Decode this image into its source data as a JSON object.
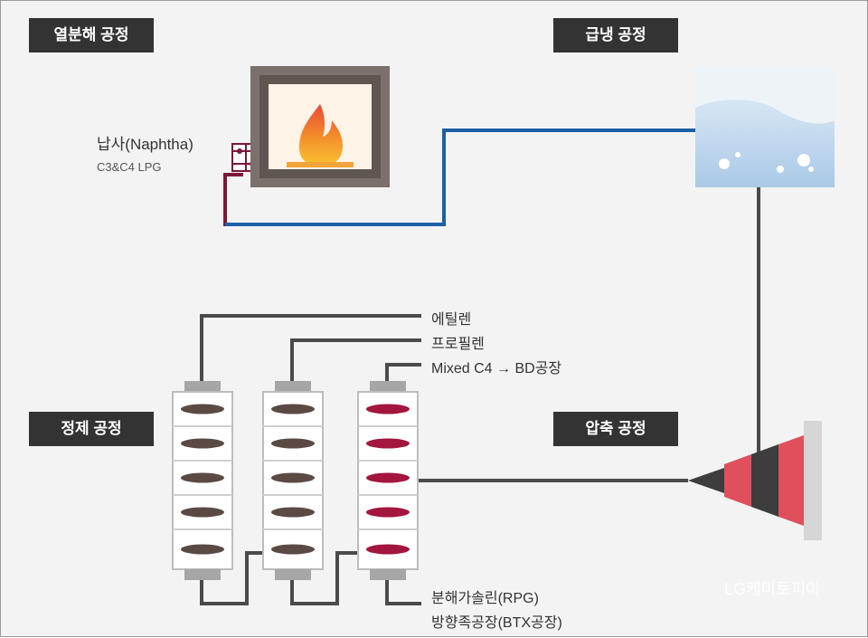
{
  "stages": {
    "pyrolysis": "열분해 공정",
    "quench": "급냉 공정",
    "purification": "정제 공정",
    "compression": "압축 공정"
  },
  "feed": {
    "naphtha": "납사(Naphtha)",
    "lpg": "C3&C4 LPG"
  },
  "products": {
    "ethylene": "에틸렌",
    "propylene": "프로필렌",
    "mixed_c4": "Mixed C4 → BD공장",
    "rpg": "분해가솔린(RPG)",
    "btx": "방향족공장(BTX공장)"
  },
  "watermark": "LG케미토피아",
  "colors": {
    "tag_bg": "#333333",
    "pipe_red": "#7b1738",
    "pipe_blue": "#1d5fa6",
    "pipe_gray": "#4a4a4a",
    "disc_brown": "#5b4a44",
    "disc_red": "#a3163e",
    "compressor_red": "#e0505c",
    "compressor_dark": "#3d3d3d"
  },
  "icons": {
    "furnace": "flame-furnace-icon",
    "quench": "water-tank-icon",
    "compressor": "cone-compressor-icon",
    "column": "distillation-column-icon"
  }
}
